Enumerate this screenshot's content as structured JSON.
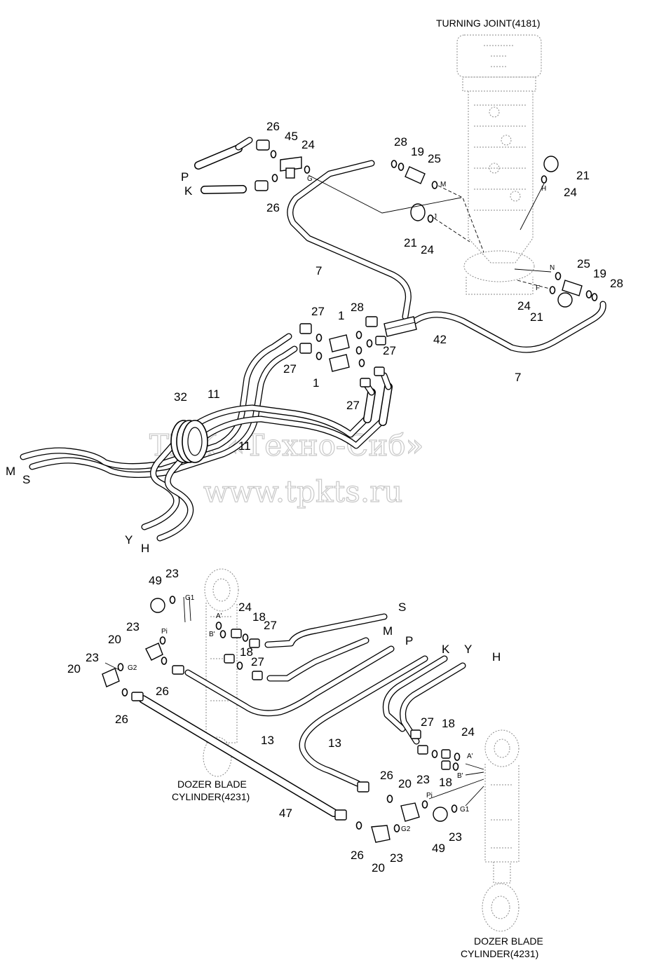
{
  "titles": {
    "turning_joint": "TURNING JOINT(4181)",
    "dozer_left_line1": "DOZER BLADE",
    "dozer_left_line2": "CYLINDER(4231)",
    "dozer_right_line1": "DOZER BLADE",
    "dozer_right_line2": "CYLINDER(4231)"
  },
  "watermark": {
    "line1": "ТПК «Техно-Сиб»",
    "line2": "www.tpkts.ru"
  },
  "line_letters": {
    "top_P": "P",
    "top_K": "K",
    "left_M": "M",
    "left_S": "S",
    "left_Y": "Y",
    "left_H": "H",
    "low_S": "S",
    "low_M": "M",
    "low_P": "P",
    "low_K": "K",
    "low_Y": "Y",
    "low_H": "H"
  },
  "port_letters": {
    "G": "G",
    "M": "M",
    "J": "J",
    "H": "H",
    "N": "N",
    "F": "F",
    "G1_left": "G1",
    "A_left": "A'",
    "B_left": "B'",
    "Pi_left": "Pi",
    "G2_left": "G2",
    "Pi_right": "Pi",
    "G2_right": "G2",
    "A_right": "A'",
    "B_right": "B'",
    "G1_right": "G1"
  },
  "parts": {
    "p26a": "26",
    "p45": "45",
    "p24a": "24",
    "p26b": "26",
    "p28a": "28",
    "p19a": "19",
    "p25a": "25",
    "p21a": "21",
    "p24b": "24",
    "p21b": "21",
    "p24c": "24",
    "p7a": "7",
    "p25b": "25",
    "p19b": "19",
    "p28b": "28",
    "p24d": "24",
    "p21c": "21",
    "p27a": "27",
    "p1a": "1",
    "p28c": "28",
    "p42": "42",
    "p27b": "27",
    "p27c": "27",
    "p1b": "1",
    "p27d": "27",
    "p7b": "7",
    "p32": "32",
    "p11a": "11",
    "p11b": "11",
    "p49a": "49",
    "p23a": "23",
    "p24e": "24",
    "p18a": "18",
    "p27e": "27",
    "p23b": "23",
    "p20a": "20",
    "p18b": "18",
    "p27f": "27",
    "p23c": "23",
    "p20b": "20",
    "p26c": "26",
    "p26d": "26",
    "p13a": "13",
    "p27g": "27",
    "p18c": "18",
    "p24f": "24",
    "p13b": "13",
    "p26e": "26",
    "p20c": "20",
    "p23d": "23",
    "p18d": "18",
    "p47": "47",
    "p49b": "49",
    "p23e": "23",
    "p26f": "26",
    "p23f": "23",
    "p20d": "20"
  }
}
